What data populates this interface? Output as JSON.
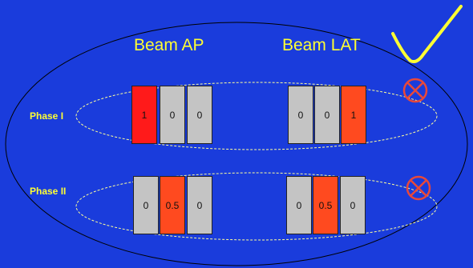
{
  "beams": {
    "ap_title": "Beam AP",
    "lat_title": "Beam LAT"
  },
  "phases": {
    "phase1_label": "Phase I",
    "phase2_label": "Phase II"
  },
  "blocks": {
    "phase1_ap": [
      "1",
      "0",
      "0"
    ],
    "phase1_lat": [
      "0",
      "0",
      "1"
    ],
    "phase2_ap": [
      "0",
      "0.5",
      "0"
    ],
    "phase2_lat": [
      "0",
      "0.5",
      "0"
    ]
  },
  "icons": {
    "checkmark": "checkmark-icon",
    "rejected": "crossed-circle-icon"
  },
  "colors": {
    "background": "#1a3cdc",
    "title_text": "#ffff33",
    "inactive_cell": "#c4c4c4",
    "active_cell": "#ff1a1a",
    "half_cell": "#ff4a1f",
    "reject_mark": "#e8483a"
  }
}
